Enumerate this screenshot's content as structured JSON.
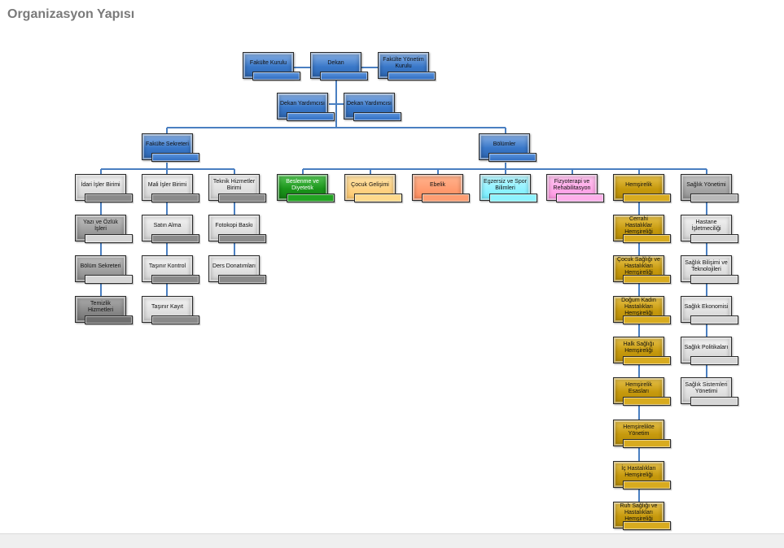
{
  "title": "Organizasyon Yapısı",
  "colors": {
    "connector": "#4a7fc1",
    "title_text": "#7a7a7a",
    "blue": "#3a78c9",
    "green": "#1b961b",
    "light_orange": "#ffc76a",
    "salmon": "#ff8a5a",
    "cyan": "#6feeff",
    "pink": "#ff94e2",
    "gold": "#c79a0e",
    "gray": "#b3b3b3"
  },
  "nodes": {
    "fakulte_kurulu": "Fakülte Kurulu",
    "dekan": "Dekan",
    "fakulte_yonetim_kurulu": "Fakülte Yönetim Kurulu",
    "dekan_yardimcisi_1": "Dekan Yardımcısı",
    "dekan_yardimcisi_2": "Dekan Yardımcısı",
    "fakulte_sekreteri": "Fakülte Sekreteri",
    "bolumler": "Bölümler",
    "idari_isler": "İdari İşler Birimi",
    "mali_isler": "Mali İşler Birimi",
    "teknik_hizmetler": "Teknik Hizmetler Birimi",
    "yazi_ozluk": "Yazı ve Özlük İşleri",
    "bolum_sekreteri": "Bölüm Sekreteri",
    "temizlik": "Temizlik Hizmetleri",
    "satin_alma": "Satın Alma",
    "tasinir_kontrol": "Taşınır Kontrol",
    "tasinir_kayit": "Taşınır Kayıt",
    "fotokopi": "Fotokopi Baskı",
    "ders_donatimlari": "Ders Donatımları",
    "beslenme": "Beslenme ve Diyetetik",
    "cocuk_gelisimi": "Çocuk Gelişimi",
    "ebelik": "Ebelik",
    "egzersiz": "Egzersiz ve Spor Bilimleri",
    "fizyoterapi": "Fizyoterapi ve Rehabilitasyon",
    "hemsirelik": "Hemşirelik",
    "saglik_yonetimi": "Sağlık Yönetimi",
    "cerrahi": "Cerrahi Hastalıklar Hemşireliği",
    "cocuk_sagligi": "Çocuk Sağlığı ve Hastalıkları Hemşireliği",
    "dogum_kadin": "Doğum Kadın Hastalıkları Hemşireliği",
    "halk_sagligi": "Halk Sağlığı Hemşireliği",
    "hemsirelik_esaslari": "Hemşirelik Esasları",
    "hemsirelikte_yonetim": "Hemşirelikte Yönetim",
    "ic_hastaliklari": "İç Hastalıkları Hemşireliği",
    "ruh_sagligi": "Ruh Sağlığı ve Hastalıkları Hemşireliği",
    "hastane_isletmeciligi": "Hastane İşletmeciliği",
    "saglik_bilisimi": "Sağlık Bilişimi ve Teknolojileri",
    "saglik_ekonomisi": "Sağlık Ekonomisi",
    "saglik_politikalari": "Sağlık Politikaları",
    "saglik_sistemleri": "Sağlık Sistemleri Yönetimi"
  }
}
